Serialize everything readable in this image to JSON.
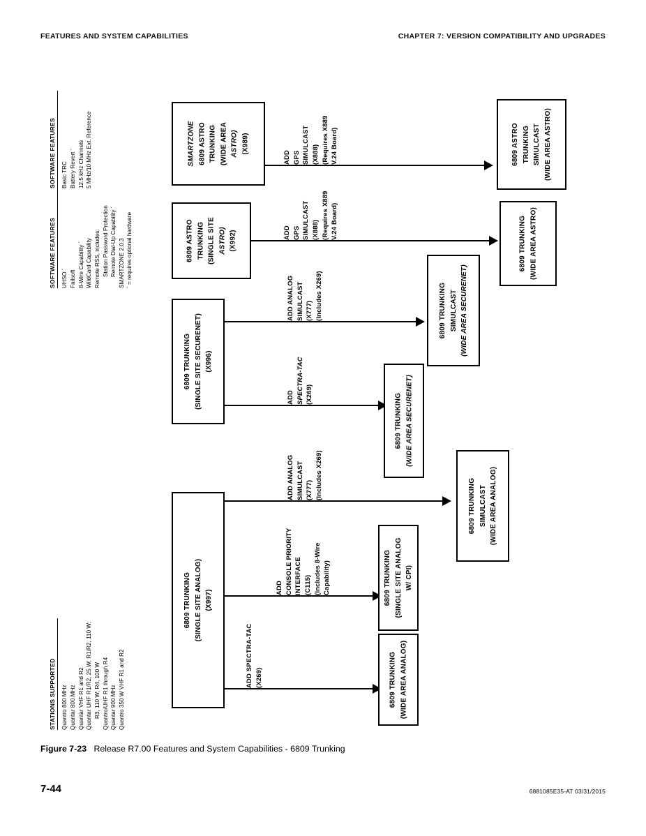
{
  "header": {
    "left": "FEATURES AND SYSTEM CAPABILITIES",
    "right": "CHAPTER 7: VERSION COMPATIBILITY AND UPGRADES"
  },
  "legends": [
    {
      "id": "software-features-top",
      "title": "SOFTWARE FEATURES",
      "items": [
        "Basic TRC",
        "Battery Revert ´",
        "12.5 kHz Channels",
        "5 MHz/10 MHz Ext. Reference"
      ]
    },
    {
      "id": "software-features-mid",
      "title": "SOFTWARE FEATURES",
      "items": [
        "UHSO ´",
        "Failsoft",
        "8-Wire Capability ´",
        "WildCard Capability",
        "Remote RSS, includes:",
        "Station Password Protection",
        "Remote Dial-Up Capability ´",
        "SMARTZONE 2.0.3",
        "´ = requires optional hardware"
      ]
    },
    {
      "id": "stations-supported",
      "title": "STATIONS SUPPORTED",
      "items": [
        "Quantro  800 MHz",
        "Quantar  800 MHz",
        "Quantar  VHF R1 and R2",
        "Quantar  UHF R1/R2, 25 W; R1/R2, 110 W;",
        "R3, 110 W; R4, 100 W",
        "Quantro/UHF R1 through R4",
        "Quantar  900 MHz",
        "Quantro 350 W VHF R1 and R2"
      ]
    }
  ],
  "boxes": {
    "smartzone_astro_wide": {
      "lines": [
        "SMARTZONE",
        "6809 ASTRO",
        "TRUNKING",
        "(WIDE AREA",
        "ASTRO)",
        "(X989)"
      ]
    },
    "astro_simulcast_wide": {
      "lines": [
        "6809 ASTRO",
        "TRUNKING",
        "SIMULCAST",
        "(WIDE AREA ASTRO)"
      ]
    },
    "astro_single_site": {
      "lines": [
        "6809 ASTRO",
        "TRUNKING",
        "(SINGLE SITE",
        "ASTRO)",
        "(X992)"
      ]
    },
    "trunking_wide_astro": {
      "lines": [
        "6809 TRUNKING",
        "(WIDE AREA ASTRO)"
      ]
    },
    "trunking_single_securenet": {
      "lines": [
        "6809 TRUNKING",
        "(SINGLE SITE SECURENET)",
        "(X996)"
      ]
    },
    "trunking_simulcast_securenet": {
      "lines": [
        "6809 TRUNKING",
        "SIMULCAST",
        "(WIDE AREA SECURENET)"
      ]
    },
    "trunking_wide_securenet": {
      "lines": [
        "6809 TRUNKING",
        "(WIDE AREA SECURENET)"
      ]
    },
    "trunking_single_analog": {
      "lines": [
        "6809 TRUNKING",
        "(SINGLE SITE ANALOG)",
        "(X997)"
      ]
    },
    "trunking_simulcast_analog": {
      "lines": [
        "6809 TRUNKING",
        "SIMULCAST",
        "(WIDE AREA ANALOG)"
      ]
    },
    "trunking_single_analog_cpi": {
      "lines": [
        "6809 TRUNKING",
        "(SINGLE SITE ANALOG",
        "W/ CPI)"
      ]
    },
    "trunking_wide_analog": {
      "lines": [
        "6809 TRUNKING",
        "(WIDE AREA ANALOG)"
      ]
    }
  },
  "edge_labels": {
    "gps_simulcast_top": {
      "lines": [
        "ADD",
        "GPS",
        "SIMULCAST",
        "(X888)",
        "(Requires X889",
        "V.24 Board)"
      ]
    },
    "gps_simulcast_mid": {
      "lines": [
        "ADD",
        "GPS",
        "SIMULCAST",
        "(X888)",
        "(Requires X889",
        "V.24 Board)"
      ]
    },
    "analog_simulcast_securenet": {
      "lines": [
        "ADD  ANALOG",
        "SIMULCAST",
        "(X777)",
        "(Includes X269)"
      ]
    },
    "spectra_tac_securenet": {
      "lines": [
        "ADD",
        "SPECTRA-TAC",
        "(X269)"
      ]
    },
    "analog_simulcast_analog": {
      "lines": [
        "ADD  ANALOG",
        "SIMULCAST",
        "(X777)",
        "(Includes X269)"
      ]
    },
    "console_priority_interface": {
      "lines": [
        "ADD",
        "CONSOLE PRIORITY",
        "INTERFACE",
        "(C115)",
        "(Includes 8-Wire",
        "Capability)"
      ]
    },
    "spectra_tac_analog": {
      "lines": [
        "ADD  SPECTRA-TAC",
        "(X269)"
      ]
    }
  },
  "caption": {
    "figure_number": "Figure 7-23",
    "text": "Release R7.00 Features and System Capabilities - 6809 Trunking"
  },
  "footer": {
    "page": "7-44",
    "doc_id": "6881085E35-AT    03/31/2015"
  }
}
